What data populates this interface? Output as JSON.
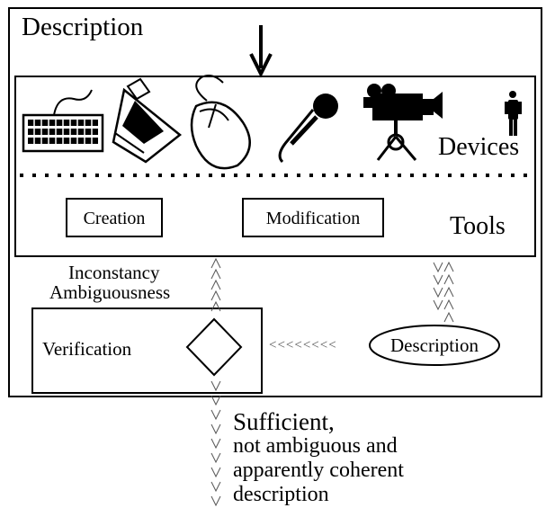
{
  "outer": {
    "title": "Description"
  },
  "system": {
    "devices_label": "Devices",
    "tools_label": "Tools",
    "device_icons": [
      "keyboard-icon",
      "tablet-stylus-icon",
      "mouse-icon",
      "microphone-icon",
      "video-camera-icon",
      "person-icon"
    ],
    "tools": {
      "creation": "Creation",
      "modification": "Modification"
    }
  },
  "feedback": {
    "line1": "Inconstancy",
    "line2": "Ambiguousness"
  },
  "verification": {
    "label": "Verification"
  },
  "description_node": {
    "label": "Description",
    "arrow": "<<<<<<<<"
  },
  "result": {
    "line1": "Sufficient,",
    "line2": "not ambiguous and",
    "line3": "apparently coherent",
    "line4": "description"
  }
}
